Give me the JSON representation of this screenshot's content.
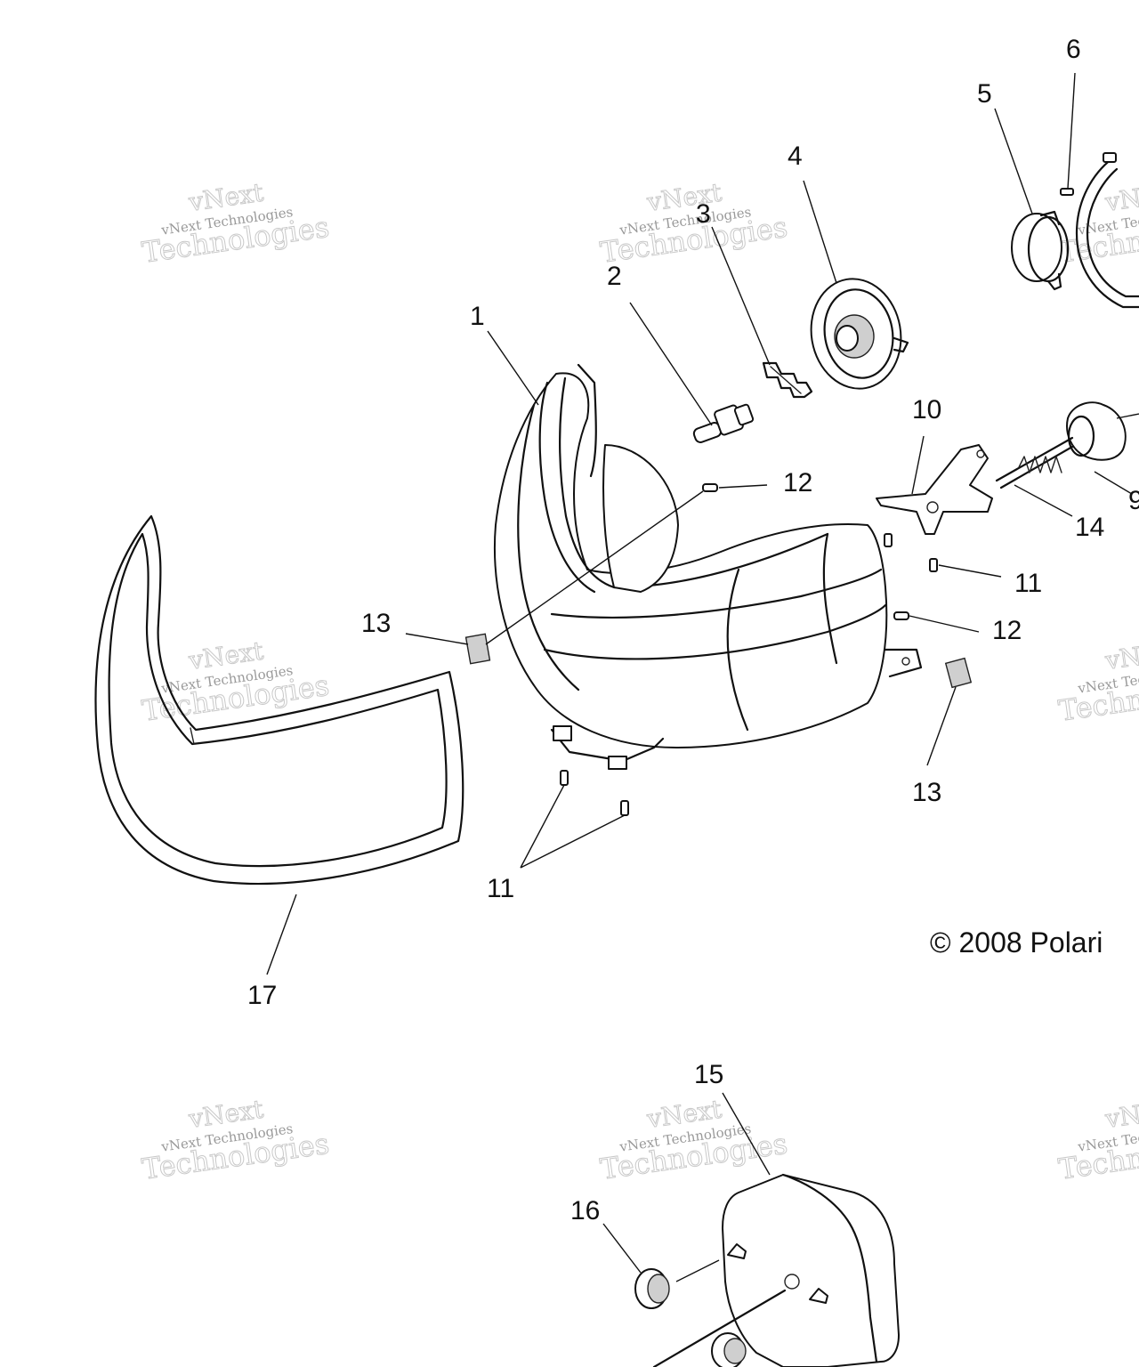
{
  "diagram": {
    "callouts": [
      {
        "id": "c1",
        "label": "1"
      },
      {
        "id": "c2",
        "label": "2"
      },
      {
        "id": "c3",
        "label": "3"
      },
      {
        "id": "c4",
        "label": "4"
      },
      {
        "id": "c5",
        "label": "5"
      },
      {
        "id": "c6",
        "label": "6"
      },
      {
        "id": "c9",
        "label": "9"
      },
      {
        "id": "c10",
        "label": "10"
      },
      {
        "id": "c11a",
        "label": "11"
      },
      {
        "id": "c11b",
        "label": "11"
      },
      {
        "id": "c12a",
        "label": "12"
      },
      {
        "id": "c12b",
        "label": "12"
      },
      {
        "id": "c13a",
        "label": "13"
      },
      {
        "id": "c13b",
        "label": "13"
      },
      {
        "id": "c14",
        "label": "14"
      },
      {
        "id": "c15",
        "label": "15"
      },
      {
        "id": "c16",
        "label": "16"
      },
      {
        "id": "c17",
        "label": "17"
      }
    ],
    "copyright": "© 2008 Polari",
    "watermark": {
      "small": "vNext Technologies",
      "large": "Technologies",
      "top": "vNext"
    }
  }
}
